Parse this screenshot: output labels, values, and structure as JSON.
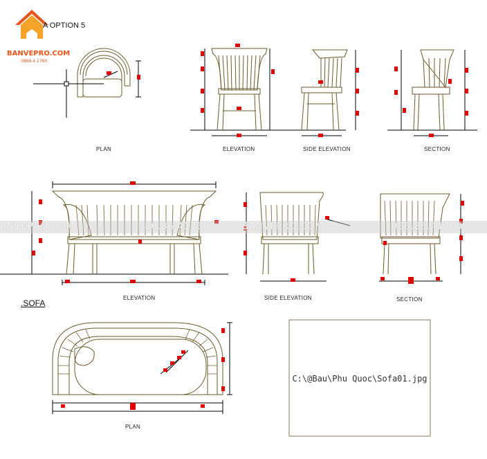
{
  "logo": {
    "brand": "BANVEPRO.COM",
    "phone": "0868.4.1760",
    "accent": "#e8561c"
  },
  "header": {
    "title": "A OPTION 5"
  },
  "chair_views": {
    "plan": "PLAN",
    "elevation": "ELEVATION",
    "side_elevation": "SIDE ELEVATION",
    "section": "SECTION"
  },
  "sofa_section": {
    "title": ".SOFA",
    "elevation": "ELEVATION",
    "side_elevation": "SIDE ELEVATION",
    "section": "SECTION",
    "plan": "PLAN"
  },
  "watermark": {
    "brand_left": "ANVEPRO.COM",
    "phone_left": "086.86.41760",
    "brand_mid": "BANVEPRO.COM",
    "phone_right": "086.86.41760"
  },
  "image_box": {
    "path": "C:\\@Bau\\Phu Quoc\\Sofa01.jpg"
  },
  "colors": {
    "line": "#6b5a2a",
    "dim": "#000000",
    "marker": "#e00000",
    "frame": "#8a7a55"
  }
}
